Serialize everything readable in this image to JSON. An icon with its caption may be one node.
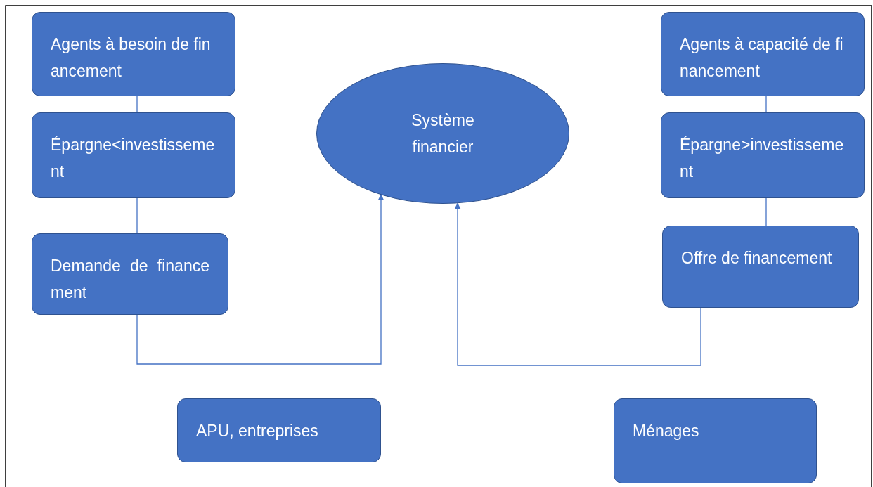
{
  "diagram": {
    "nodes": [
      {
        "text": [
          "Agents à besoin de financement"
        ]
      },
      {
        "text": [
          "Épargne<investissement"
        ]
      },
      {
        "text": [
          "Demande de financement"
        ]
      },
      {
        "text": [
          "Système financier"
        ]
      },
      {
        "text": [
          "Agents à capacité de financement"
        ]
      },
      {
        "text": [
          "Épargne>investissement"
        ]
      },
      {
        "text": [
          "Offre de financement"
        ]
      },
      {
        "text": [
          "APU, entreprises"
        ]
      },
      {
        "text": [
          "Ménages"
        ]
      }
    ],
    "edges": [
      {
        "from": 0,
        "to": 1,
        "arrow": "none"
      },
      {
        "from": 1,
        "to": 2,
        "arrow": "none"
      },
      {
        "from": 4,
        "to": 5,
        "arrow": "none"
      },
      {
        "from": 5,
        "to": 6,
        "arrow": "none"
      },
      {
        "from": 2,
        "to": 3,
        "arrow": "to"
      },
      {
        "from": 6,
        "to": 3,
        "arrow": "to"
      }
    ]
  }
}
